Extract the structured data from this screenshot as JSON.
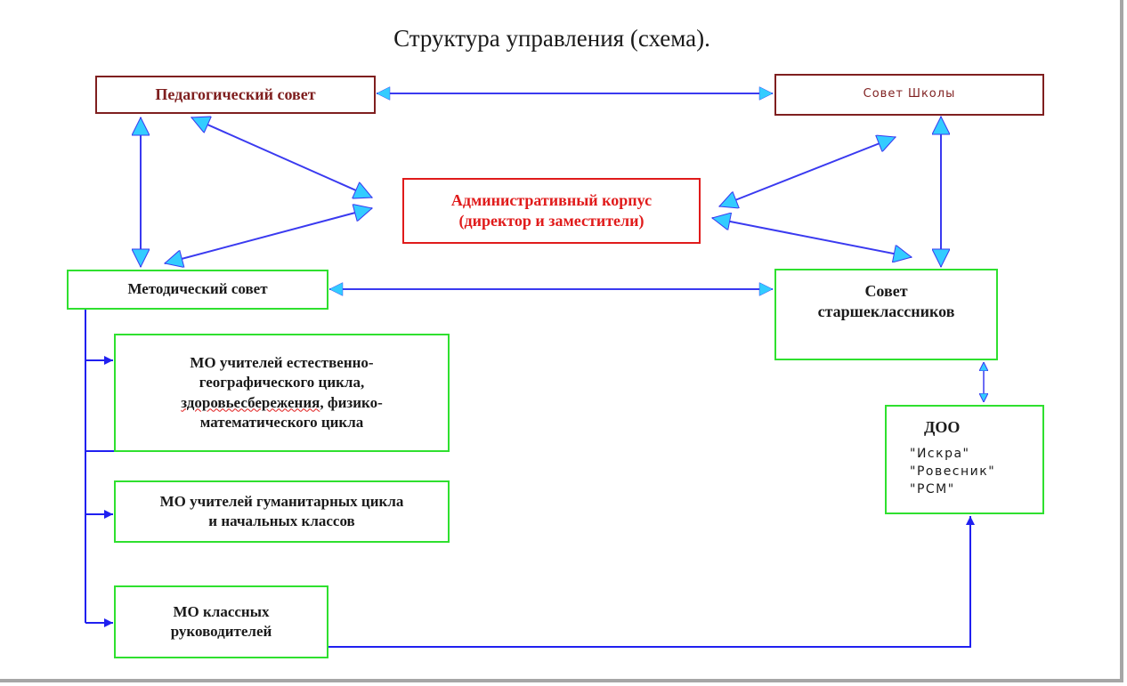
{
  "title": "Структура управления (схема).",
  "nodes": {
    "ped_sovet": "Педагогический  совет",
    "sovet_shkoly": "Совет Школы",
    "admin": {
      "line1": "Административный  корпус",
      "line2": "(директор  и заместители)"
    },
    "met_sovet": "Методический  совет",
    "sovet_star": {
      "line1": "Совет",
      "line2": "старшеклассников"
    },
    "mo1": {
      "line1": "МО учителей  естественно-",
      "line2": "географического  цикла,",
      "line3a": "здоровьесбережения",
      "line3b": ",  физико-",
      "line4": "математического  цикла"
    },
    "mo2": {
      "line1": "МО учителей  гуманитарных  цикла",
      "line2": "и начальных  классов"
    },
    "mo3": {
      "line1": "МО классных",
      "line2": "руководителей"
    },
    "doo": {
      "title": "ДОО",
      "items": [
        "\"Искра\"",
        "\"Ровесник\"",
        "\"РСМ\""
      ]
    }
  },
  "colors": {
    "arrow": "#3a3af0",
    "arrow_fill": "#33ccff",
    "maroon": "#7f1f1f",
    "red": "#e01b1b",
    "green": "#2fe02f"
  }
}
